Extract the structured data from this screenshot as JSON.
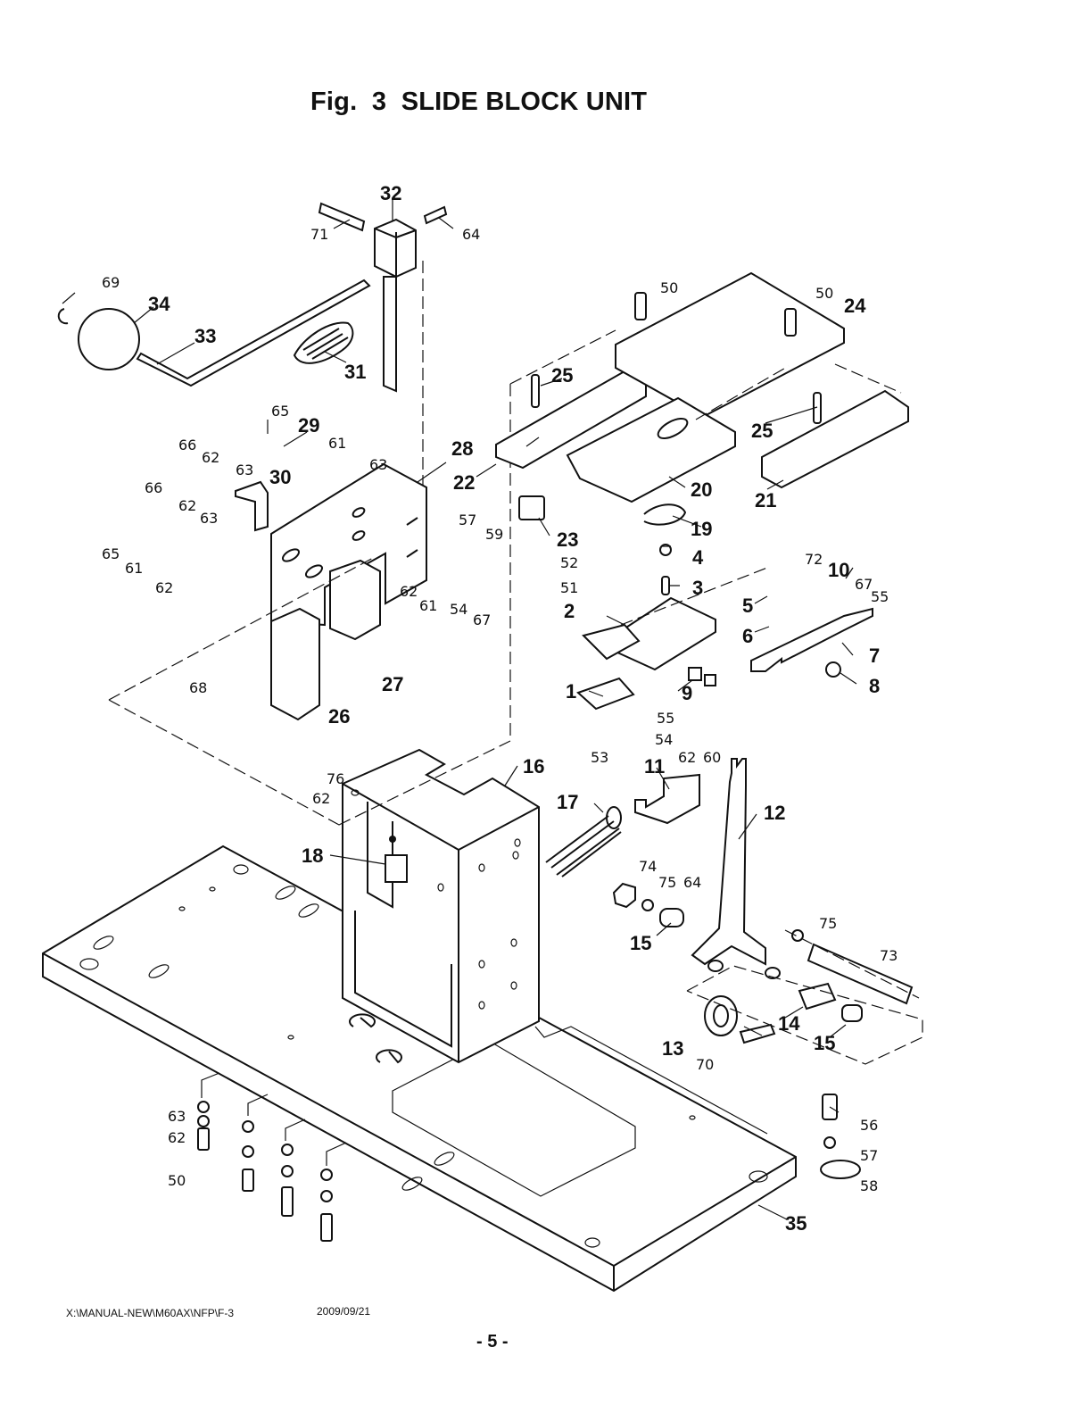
{
  "document": {
    "title": "Fig.  3  SLIDE BLOCK UNIT",
    "footer_path": "X:\\MANUAL-NEW\\M60AX\\NFP\\F-3",
    "footer_date": "2009/09/21",
    "page_number": "- 5 -"
  },
  "callouts": {
    "major": [
      {
        "id": "p1",
        "text": "1"
      },
      {
        "id": "p2",
        "text": "2"
      },
      {
        "id": "p3",
        "text": "3"
      },
      {
        "id": "p4",
        "text": "4"
      },
      {
        "id": "p5",
        "text": "5"
      },
      {
        "id": "p6",
        "text": "6"
      },
      {
        "id": "p7",
        "text": "7"
      },
      {
        "id": "p8",
        "text": "8"
      },
      {
        "id": "p9",
        "text": "9"
      },
      {
        "id": "p10",
        "text": "10"
      },
      {
        "id": "p11",
        "text": "11"
      },
      {
        "id": "p12",
        "text": "12"
      },
      {
        "id": "p13",
        "text": "13"
      },
      {
        "id": "p14",
        "text": "14"
      },
      {
        "id": "p15a",
        "text": "15"
      },
      {
        "id": "p15b",
        "text": "15"
      },
      {
        "id": "p16",
        "text": "16"
      },
      {
        "id": "p17",
        "text": "17"
      },
      {
        "id": "p18",
        "text": "18"
      },
      {
        "id": "p19",
        "text": "19"
      },
      {
        "id": "p20",
        "text": "20"
      },
      {
        "id": "p21",
        "text": "21"
      },
      {
        "id": "p22",
        "text": "22"
      },
      {
        "id": "p23",
        "text": "23"
      },
      {
        "id": "p24",
        "text": "24"
      },
      {
        "id": "p25a",
        "text": "25"
      },
      {
        "id": "p25b",
        "text": "25"
      },
      {
        "id": "p26",
        "text": "26"
      },
      {
        "id": "p27",
        "text": "27"
      },
      {
        "id": "p28",
        "text": "28"
      },
      {
        "id": "p29",
        "text": "29"
      },
      {
        "id": "p30",
        "text": "30"
      },
      {
        "id": "p31",
        "text": "31"
      },
      {
        "id": "p32",
        "text": "32"
      },
      {
        "id": "p33",
        "text": "33"
      },
      {
        "id": "p34",
        "text": "34"
      },
      {
        "id": "p35",
        "text": "35"
      }
    ],
    "hardware": [
      {
        "id": "h50a",
        "text": "50"
      },
      {
        "id": "h50b",
        "text": "50"
      },
      {
        "id": "h50c",
        "text": "50"
      },
      {
        "id": "h51",
        "text": "51"
      },
      {
        "id": "h52",
        "text": "52"
      },
      {
        "id": "h53",
        "text": "53"
      },
      {
        "id": "h54a",
        "text": "54"
      },
      {
        "id": "h54b",
        "text": "54"
      },
      {
        "id": "h55a",
        "text": "55"
      },
      {
        "id": "h55b",
        "text": "55"
      },
      {
        "id": "h56",
        "text": "56"
      },
      {
        "id": "h57a",
        "text": "57"
      },
      {
        "id": "h57b",
        "text": "57"
      },
      {
        "id": "h58",
        "text": "58"
      },
      {
        "id": "h59",
        "text": "59"
      },
      {
        "id": "h60",
        "text": "60"
      },
      {
        "id": "h61a",
        "text": "61"
      },
      {
        "id": "h61b",
        "text": "61"
      },
      {
        "id": "h61c",
        "text": "61"
      },
      {
        "id": "h62a",
        "text": "62"
      },
      {
        "id": "h62b",
        "text": "62"
      },
      {
        "id": "h62c",
        "text": "62"
      },
      {
        "id": "h62d",
        "text": "62"
      },
      {
        "id": "h62e",
        "text": "62"
      },
      {
        "id": "h62f",
        "text": "62"
      },
      {
        "id": "h62g",
        "text": "62"
      },
      {
        "id": "h63a",
        "text": "63"
      },
      {
        "id": "h63b",
        "text": "63"
      },
      {
        "id": "h63c",
        "text": "63"
      },
      {
        "id": "h63d",
        "text": "63"
      },
      {
        "id": "h64a",
        "text": "64"
      },
      {
        "id": "h64b",
        "text": "64"
      },
      {
        "id": "h65a",
        "text": "65"
      },
      {
        "id": "h65b",
        "text": "65"
      },
      {
        "id": "h66a",
        "text": "66"
      },
      {
        "id": "h66b",
        "text": "66"
      },
      {
        "id": "h67a",
        "text": "67"
      },
      {
        "id": "h67b",
        "text": "67"
      },
      {
        "id": "h68",
        "text": "68"
      },
      {
        "id": "h69",
        "text": "69"
      },
      {
        "id": "h70",
        "text": "70"
      },
      {
        "id": "h71",
        "text": "71"
      },
      {
        "id": "h72",
        "text": "72"
      },
      {
        "id": "h73",
        "text": "73"
      },
      {
        "id": "h74",
        "text": "74"
      },
      {
        "id": "h75a",
        "text": "75"
      },
      {
        "id": "h75b",
        "text": "75"
      },
      {
        "id": "h76",
        "text": "76"
      }
    ]
  }
}
